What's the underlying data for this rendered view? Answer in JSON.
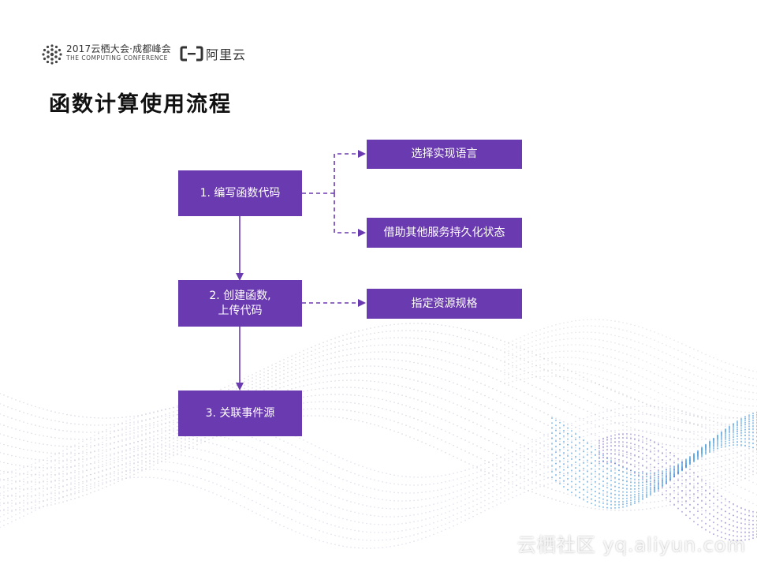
{
  "header": {
    "conference_line1": "2017云栖大会·成都峰会",
    "conference_line2": "THE COMPUTING CONFERENCE",
    "brand": "阿里云"
  },
  "slide_title": "函数计算使用流程",
  "diagram": {
    "steps": [
      {
        "label": "1. 编写函数代码"
      },
      {
        "label": "2. 创建函数,\n上传代码"
      },
      {
        "label": "3. 关联事件源"
      }
    ],
    "side_items": [
      {
        "label": "选择实现语言"
      },
      {
        "label": "借助其他服务持久化状态"
      },
      {
        "label": "指定资源规格"
      }
    ],
    "colors": {
      "box": "#6a3ab0",
      "arrow": "#6a3ab0",
      "box_text": "#ffffff"
    }
  },
  "watermark": "云栖社区 yq.aliyun.com"
}
